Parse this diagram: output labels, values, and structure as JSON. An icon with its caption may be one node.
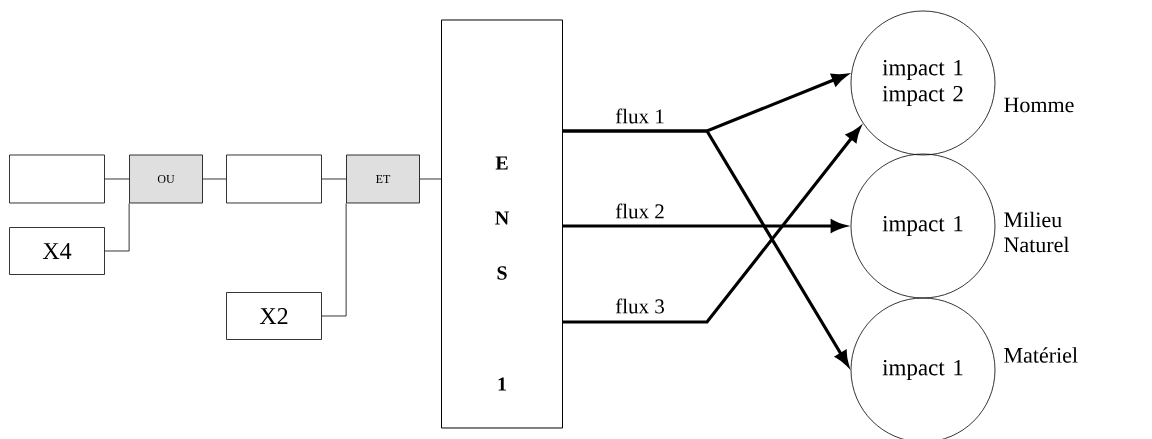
{
  "diagram": {
    "nodes": [
      {
        "text": [],
        "shape": "box"
      },
      {
        "text": [
          "OU"
        ]
      },
      {
        "text": [
          "X4"
        ]
      },
      {
        "text": [],
        "shape": "box"
      },
      {
        "text": [
          "ET"
        ]
      },
      {
        "text": [
          "X2"
        ]
      },
      {
        "text": [
          "E",
          "N",
          "S",
          "1"
        ]
      },
      {
        "text": [
          "impact 1 impact 2"
        ],
        "beside": [
          "Homme"
        ]
      },
      {
        "text": [
          "impact 1"
        ],
        "beside": [
          "Milieu Naturel"
        ]
      },
      {
        "text": [
          "impact 1"
        ],
        "beside": [
          "Matériel"
        ]
      }
    ],
    "edges": [
      {
        "from": 0,
        "to": 1,
        "arrow": "none"
      },
      {
        "from": 2,
        "to": 1,
        "arrow": "none"
      },
      {
        "from": 1,
        "to": 3,
        "arrow": "none"
      },
      {
        "from": 3,
        "to": 4,
        "arrow": "none"
      },
      {
        "from": 5,
        "to": 4,
        "arrow": "none"
      },
      {
        "from": 4,
        "to": 6,
        "arrow": "none"
      },
      {
        "from": 6,
        "to": 7,
        "arrow": "to",
        "label": "flux 1",
        "style": "thick"
      },
      {
        "from": 6,
        "to": 9,
        "arrow": "to",
        "style": "thick"
      },
      {
        "from": 6,
        "to": 8,
        "arrow": "to",
        "label": "flux 2",
        "style": "thick"
      },
      {
        "from": 6,
        "to": 7,
        "arrow": "to",
        "label": "flux 3",
        "style": "thick"
      }
    ]
  }
}
